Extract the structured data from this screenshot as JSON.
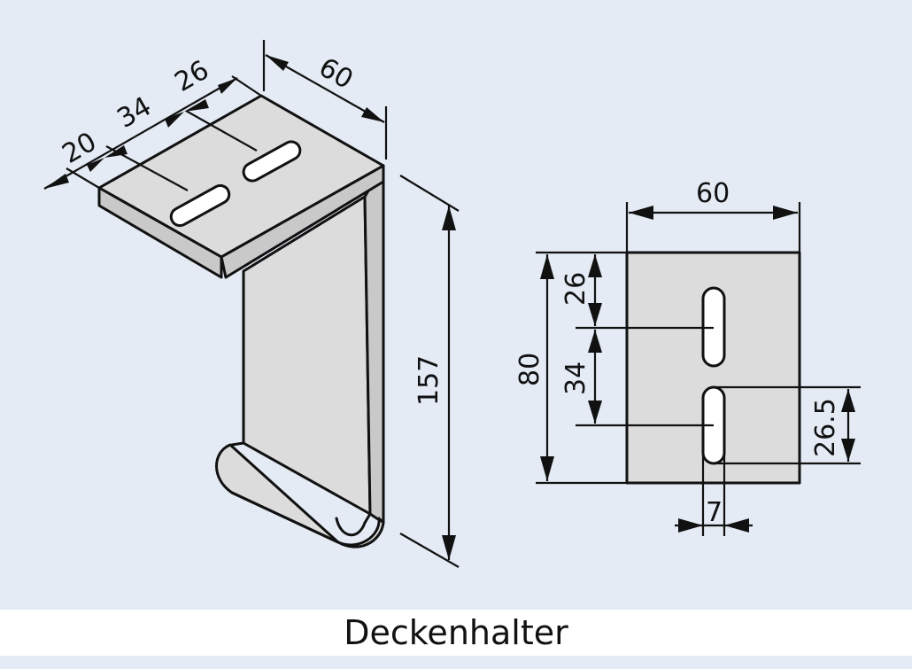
{
  "caption": "Deckenhalter",
  "iso_dims": {
    "d20": "20",
    "d34": "34",
    "d26": "26",
    "d60": "60",
    "d157": "157"
  },
  "front_dims": {
    "width": "60",
    "height": "80",
    "slot_top": "26",
    "slot_spacing": "34",
    "slot_length": "26.5",
    "slot_width": "7"
  },
  "colors": {
    "background": "#e4ebf5",
    "part": "#dcdcdc",
    "line": "#111111",
    "caption_bar": "#ffffff"
  }
}
